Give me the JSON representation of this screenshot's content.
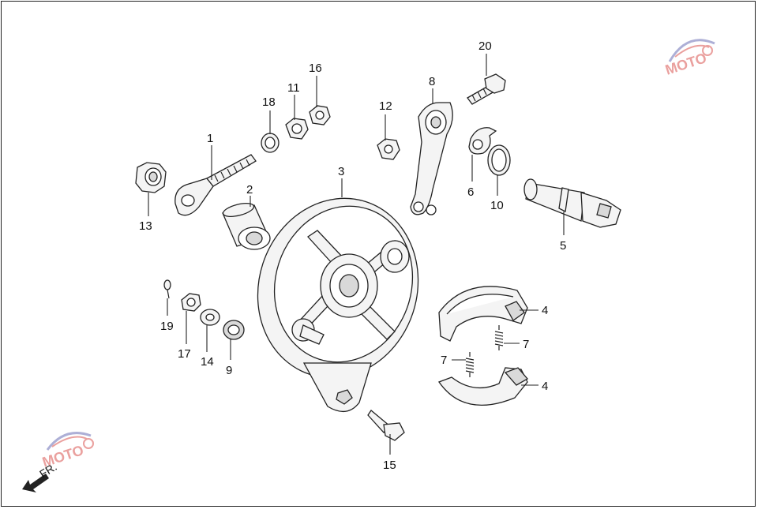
{
  "diagram": {
    "callouts": {
      "c1": "1",
      "c2": "2",
      "c3": "3",
      "c4a": "4",
      "c4b": "4",
      "c5": "5",
      "c6": "6",
      "c7a": "7",
      "c7b": "7",
      "c8": "8",
      "c9": "9",
      "c10": "10",
      "c11": "11",
      "c12": "12",
      "c13": "13",
      "c14": "14",
      "c15": "15",
      "c16": "16",
      "c17": "17",
      "c18": "18",
      "c19": "19",
      "c20": "20"
    },
    "direction_label": "FR.",
    "watermark": {
      "text": "MOTO",
      "accent_color": "#d9534f",
      "secondary_color": "#6b6fb5"
    },
    "line_color": "#222222"
  }
}
